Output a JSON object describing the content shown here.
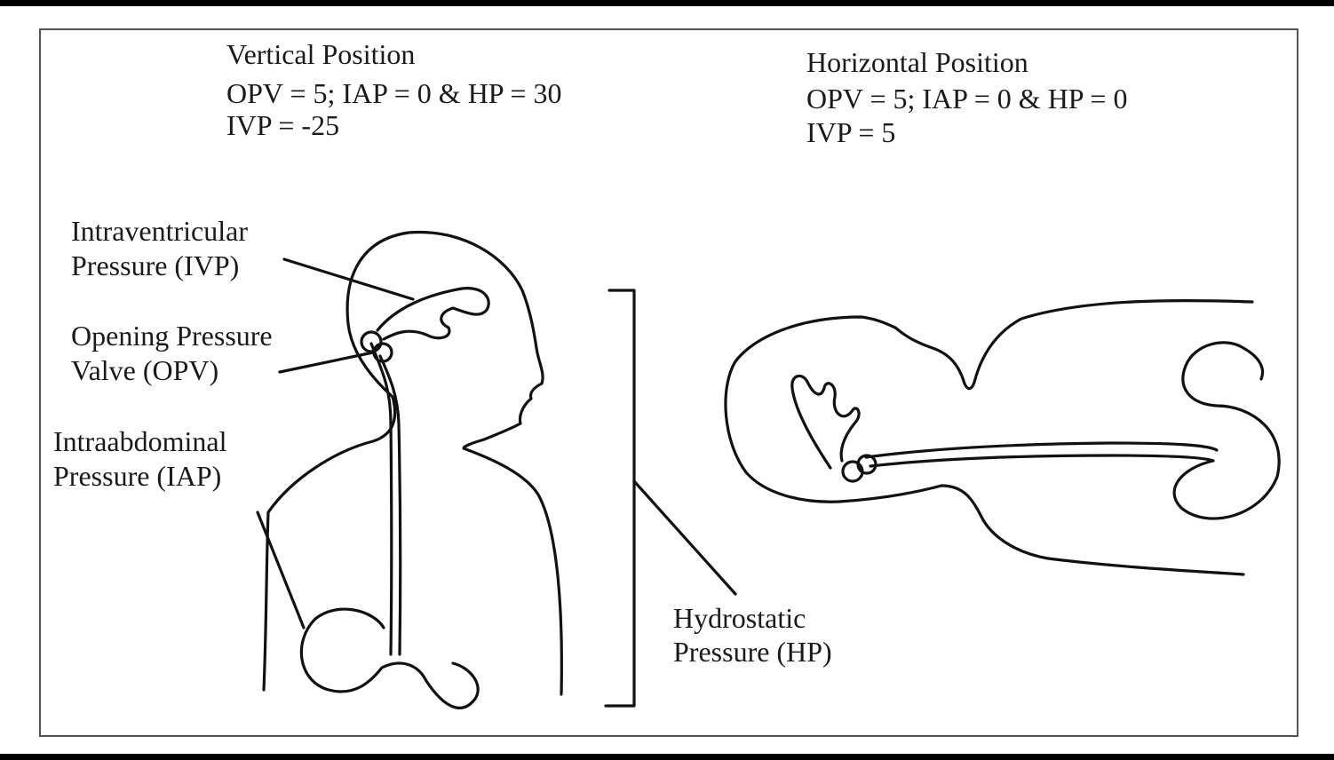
{
  "vertical": {
    "title": "Vertical Position",
    "line1": "OPV = 5; IAP = 0 & HP = 30",
    "line2": "IVP = -25"
  },
  "horizontal": {
    "title": "Horizontal Position",
    "line1": "OPV = 5; IAP = 0 & HP = 0",
    "line2": "IVP = 5"
  },
  "labels": {
    "ivp_line1": "Intraventricular",
    "ivp_line2": "Pressure (IVP)",
    "opv_line1": "Opening Pressure",
    "opv_line2": "Valve (OPV)",
    "iap_line1": "Intraabdominal",
    "iap_line2": "Pressure (IAP)",
    "hp_line1": "Hydrostatic",
    "hp_line2": "Pressure (HP)"
  }
}
